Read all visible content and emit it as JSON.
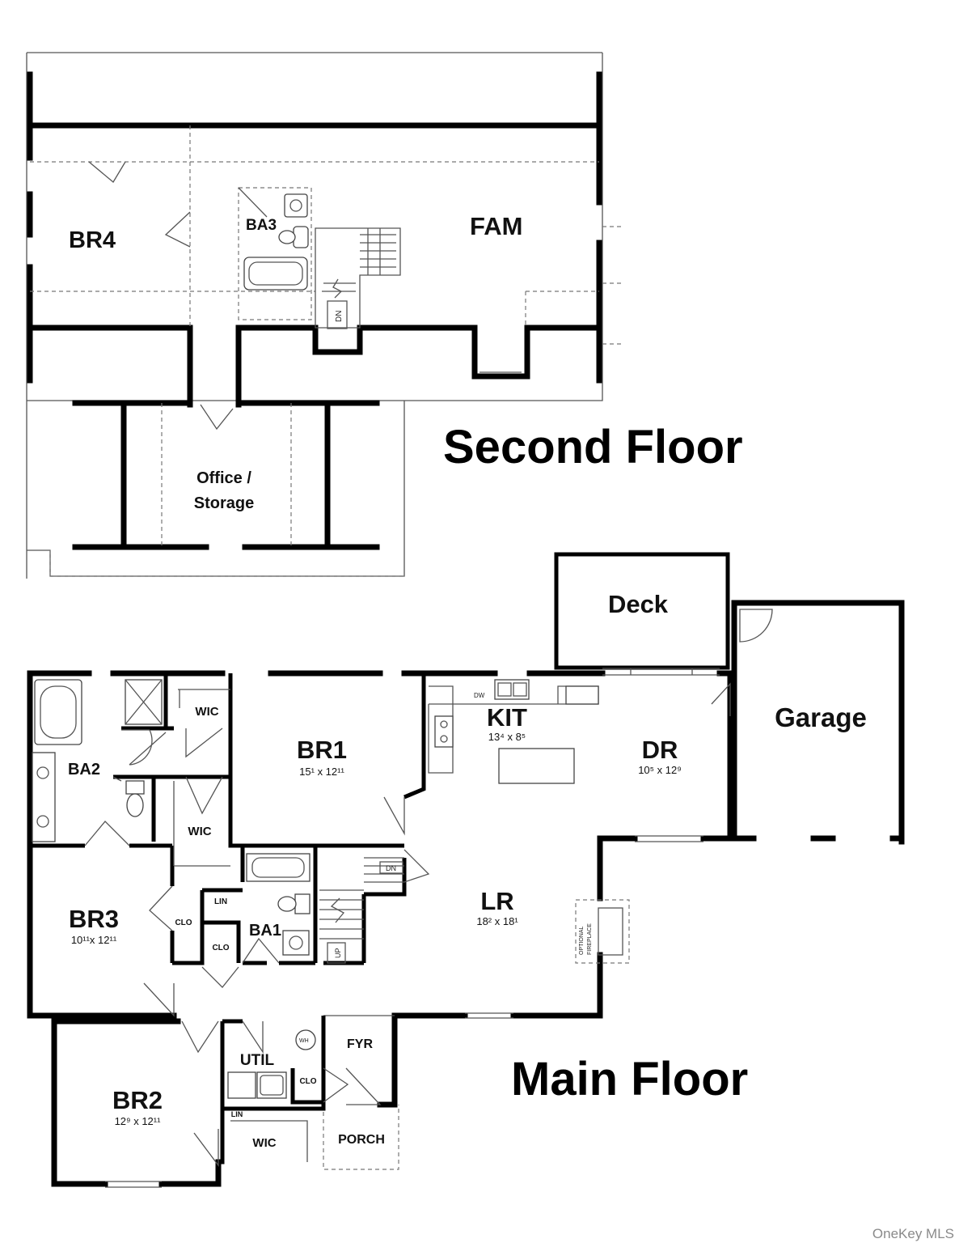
{
  "floors": {
    "second": {
      "title": "Second Floor",
      "rooms": {
        "br4": "BR4",
        "ba3": "BA3",
        "fam": "FAM",
        "dn": "DN",
        "office": "Office /",
        "storage": "Storage"
      }
    },
    "main": {
      "title": "Main Floor",
      "rooms": {
        "deck": "Deck",
        "garage": "Garage",
        "kit": {
          "name": "KIT",
          "size": "13⁴ x 8⁵"
        },
        "dw": "DW",
        "dr": {
          "name": "DR",
          "size": "10⁵ x 12⁹"
        },
        "br1": {
          "name": "BR1",
          "size": "15¹ x 12¹¹"
        },
        "wic_top": "WIC",
        "ba2": "BA2",
        "wic_mid": "WIC",
        "dn": "DN",
        "lr": {
          "name": "LR",
          "size": "18² x 18¹"
        },
        "fireplace": [
          "OPTIONAL",
          "FIREPLACE"
        ],
        "br3": {
          "name": "BR3",
          "size": "10¹¹x 12¹¹"
        },
        "clo_br3": "CLO",
        "lin_hall": "LIN",
        "clo_hall": "CLO",
        "ba1": "BA1",
        "up": "UP",
        "fyr": "FYR",
        "wh": "WH",
        "util": "UTIL",
        "clo_util": "CLO",
        "br2": {
          "name": "BR2",
          "size": "12⁹ x 12¹¹"
        },
        "lin_br2": "LIN",
        "wic_br2": "WIC",
        "porch": "PORCH"
      }
    }
  },
  "watermark": "OneKey MLS"
}
